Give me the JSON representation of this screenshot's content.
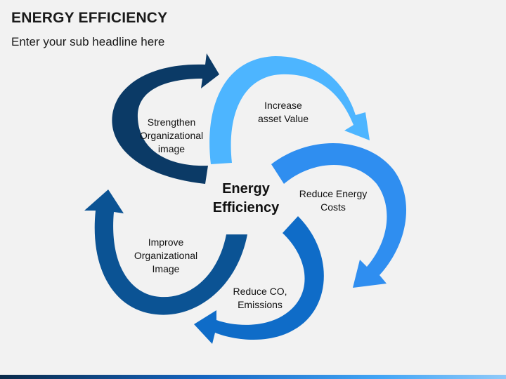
{
  "header": {
    "title": "ENERGY EFFICIENCY",
    "subtitle": "Enter your sub headline here"
  },
  "center": {
    "line1": "Energy",
    "line2": "Efficiency"
  },
  "segments": [
    {
      "id": "increase",
      "lines": [
        "Increase",
        "asset Value"
      ],
      "color": "#4db5ff"
    },
    {
      "id": "reduce-costs",
      "lines": [
        "Reduce Energy",
        "Costs"
      ],
      "color": "#2f8ef0"
    },
    {
      "id": "reduce-co",
      "lines": [
        "Reduce CO,",
        "Emissions"
      ],
      "color": "#0f6cc8"
    },
    {
      "id": "improve",
      "lines": [
        "Improve",
        "Organizational",
        "Image"
      ],
      "color": "#0b5394"
    },
    {
      "id": "strengthen",
      "lines": [
        "Strengthen",
        "Organizational",
        "image"
      ],
      "color": "#0b3a66"
    }
  ]
}
